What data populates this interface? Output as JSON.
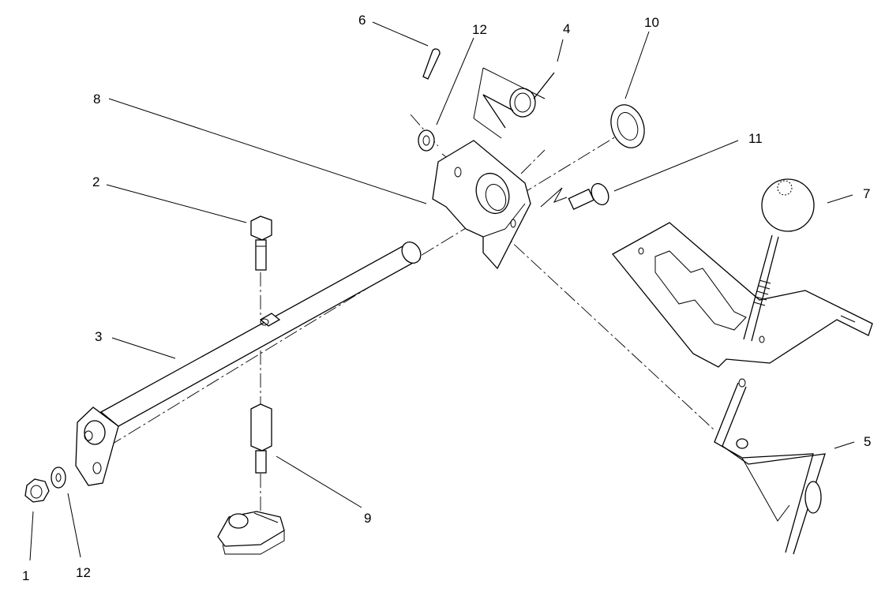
{
  "diagram": {
    "callouts": [
      {
        "id": "c1",
        "label": "1"
      },
      {
        "id": "c12a",
        "label": "12"
      },
      {
        "id": "c2",
        "label": "2"
      },
      {
        "id": "c3",
        "label": "3"
      },
      {
        "id": "c4",
        "label": "4"
      },
      {
        "id": "c5",
        "label": "5"
      },
      {
        "id": "c6",
        "label": "6"
      },
      {
        "id": "c7",
        "label": "7"
      },
      {
        "id": "c8",
        "label": "8"
      },
      {
        "id": "c9",
        "label": "9"
      },
      {
        "id": "c10",
        "label": "10"
      },
      {
        "id": "c11",
        "label": "11"
      },
      {
        "id": "c12b",
        "label": "12"
      }
    ]
  }
}
